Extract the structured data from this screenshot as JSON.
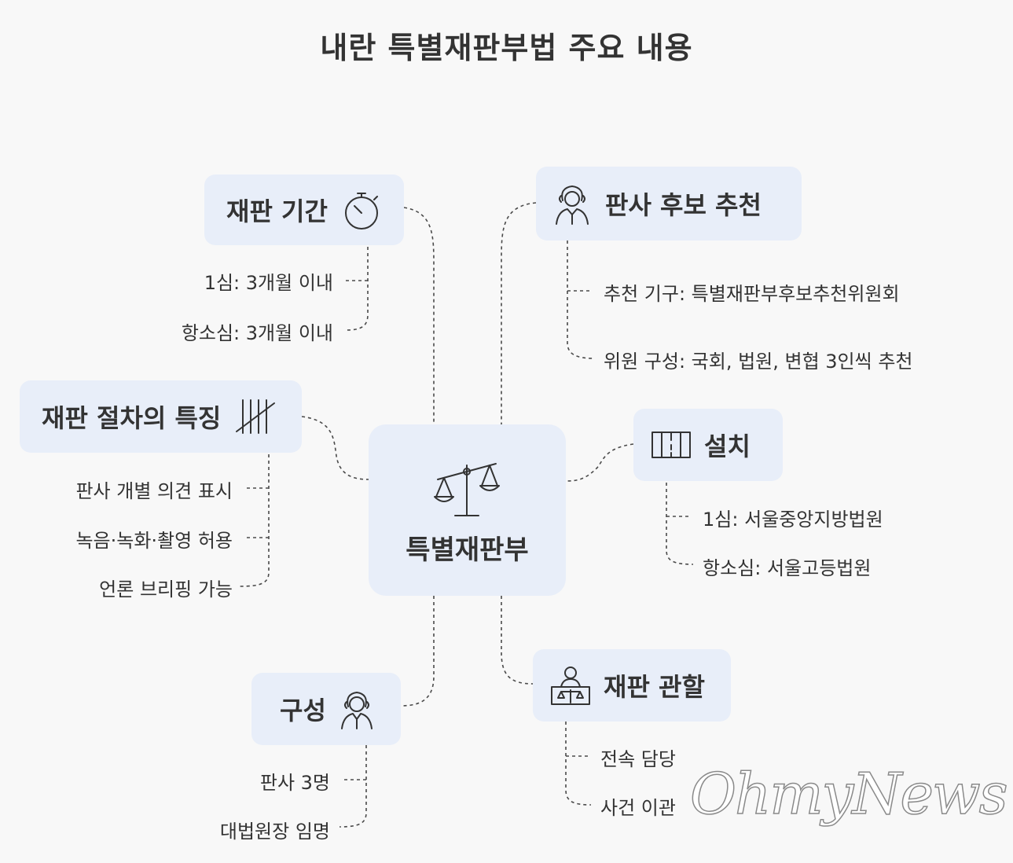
{
  "title": "내란 특별재판부법 주요 내용",
  "center": {
    "label": "특별재판부",
    "icon": "scales-icon"
  },
  "branches": {
    "trial_period": {
      "label": "재판 기간",
      "icon": "stopwatch-icon",
      "items": [
        "1심: 3개월 이내",
        "항소심: 3개월 이내"
      ]
    },
    "procedure": {
      "label": "재판 절차의 특징",
      "icon": "tally-marks-icon",
      "items": [
        "판사 개별 의견 표시",
        "녹음·녹화·촬영 허용",
        "언론 브리핑 가능"
      ]
    },
    "composition": {
      "label": "구성",
      "icon": "judge-icon",
      "items": [
        "판사 3명",
        "대법원장 임명"
      ]
    },
    "recommendation": {
      "label": "판사 후보 추천",
      "icon": "judge-icon",
      "items": [
        "추천 기구: 특별재판부후보추천위원회",
        "위원 구성: 국회, 법원, 변협 3인씩 추천"
      ]
    },
    "installation": {
      "label": "설치",
      "icon": "courtroom-icon",
      "items": [
        "1심: 서울중앙지방법원",
        "항소심: 서울고등법원"
      ]
    },
    "jurisdiction": {
      "label": "재판 관할",
      "icon": "judge-bench-icon",
      "items": [
        "전속 담당",
        "사건 이관"
      ]
    }
  },
  "watermark": "OhmyNews"
}
